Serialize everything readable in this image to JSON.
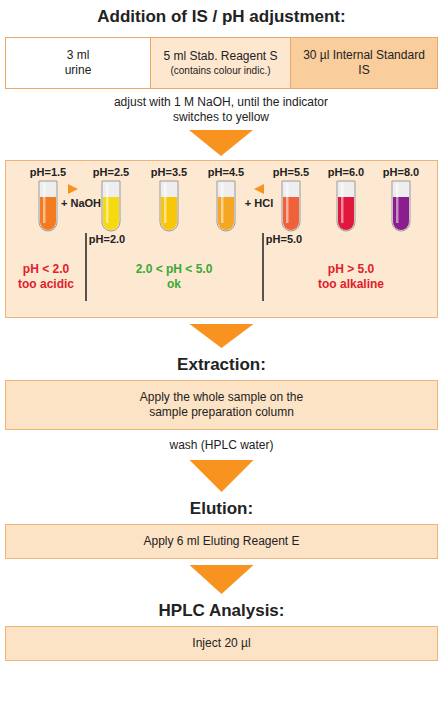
{
  "diagram": {
    "title": "Addition of IS / pH adjustment:",
    "nodes": [
      {
        "text": [
          "3 ml urine"
        ]
      },
      {
        "text": [
          "5 ml Stab. Reagent S",
          "(contains colour indic.)"
        ]
      },
      {
        "text": [
          "30 µl Internal Standard IS"
        ]
      },
      {
        "text": [
          "pH=1.5",
          "pH=2.5",
          "pH=3.5",
          "pH=4.5",
          "pH=5.5",
          "pH=6.0",
          "pH=8.0",
          "+ NaOH",
          "+ HCl",
          "pH=2.0",
          "pH=5.0",
          "pH < 2.0",
          "too acidic",
          "2.0 < pH < 5.0",
          "ok",
          "pH > 5.0",
          "too alkaline"
        ]
      },
      {
        "text": [
          "Extraction:",
          "Apply the whole sample on the sample preparation column"
        ]
      },
      {
        "text": [
          "Elution:",
          "Apply 6 ml Eluting Reagent E"
        ]
      },
      {
        "text": [
          "HPLC Analysis:",
          "Inject 20 µl"
        ]
      }
    ],
    "edges": [
      {
        "from": 3,
        "to": 4,
        "arrow": "to"
      },
      {
        "from": 4,
        "to": 5,
        "label": "wash (HPLC water)",
        "arrow": "to"
      },
      {
        "from": 5,
        "to": 6,
        "arrow": "to"
      }
    ],
    "labels": [
      "adjust with 1 M NaOH, until the indicator switches to yellow"
    ]
  }
}
